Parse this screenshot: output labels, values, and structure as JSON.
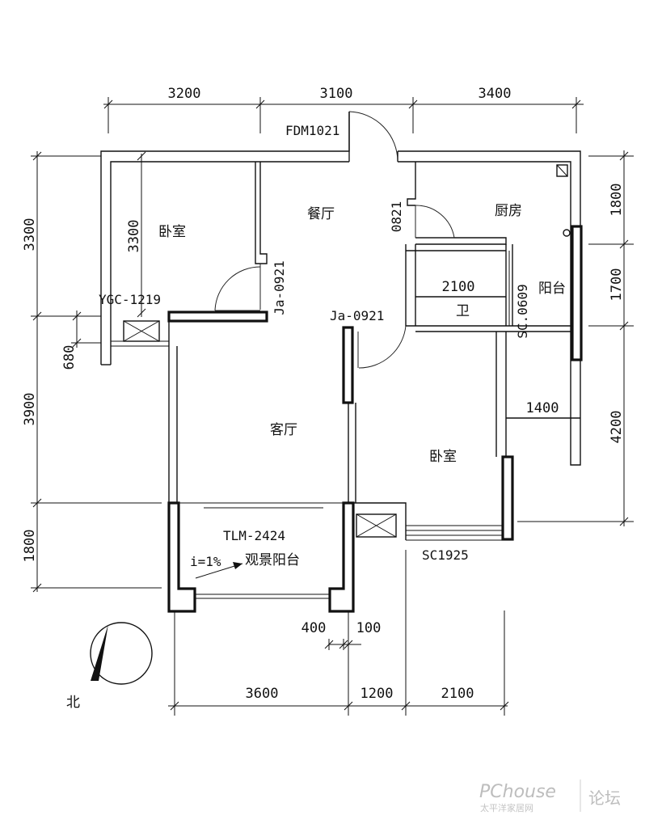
{
  "dimensions": {
    "top": [
      "3200",
      "3100",
      "3400"
    ],
    "bottom": [
      "3600",
      "1200",
      "2100"
    ],
    "bottom_small": [
      "400",
      "100"
    ],
    "left": [
      "3300",
      "3900",
      "1800"
    ],
    "left_inner": [
      "3300",
      "680"
    ],
    "right": [
      "1800",
      "1700",
      "4200"
    ],
    "inner": [
      "2100",
      "1400"
    ]
  },
  "labels": {
    "front_door": "FDM1021",
    "door_0821": "0821",
    "door_ja_left": "Ja-0921",
    "door_ja_mid": "Ja-0921",
    "window_ygc": "YGC-1219",
    "window_sc0609": "SC.0609",
    "window_sc1925": "SC1925",
    "door_tlm": "TLM-2424",
    "slope": "i=1%"
  },
  "rooms": {
    "bedroom_left": "卧室",
    "dining": "餐厅",
    "kitchen": "厨房",
    "balcony": "阳台",
    "bathroom": "卫",
    "living": "客厅",
    "bedroom_right": "卧室",
    "view_balcony": "观景阳台"
  },
  "compass": {
    "north": "北"
  },
  "watermark": {
    "brand": "PChouse",
    "sub": "太平洋家居网",
    "forum": "论坛"
  }
}
